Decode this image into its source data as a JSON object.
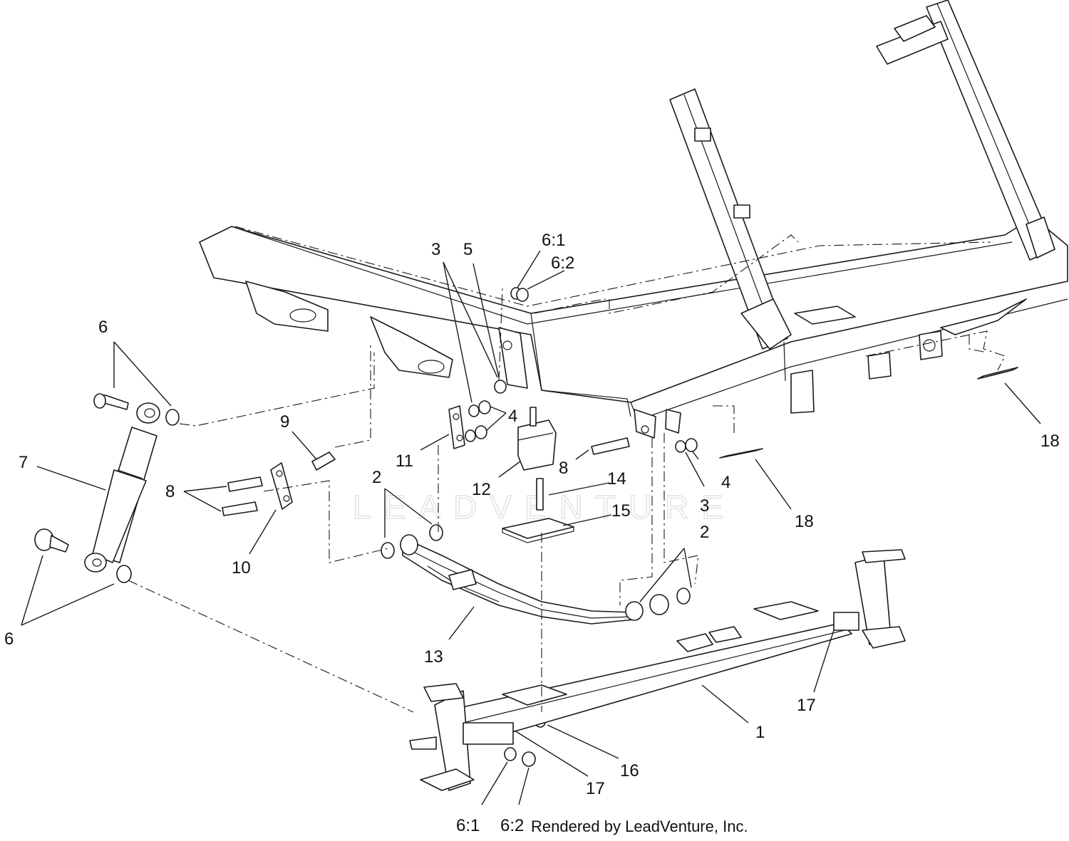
{
  "watermark": "LEADVENTURE",
  "credit": "Rendered by LeadVenture, Inc.",
  "callouts": {
    "c1": "1",
    "c2a": "2",
    "c2b": "2",
    "c3a": "3",
    "c3b": "3",
    "c4a": "4",
    "c4b": "4",
    "c5": "5",
    "c6a": "6",
    "c6b": "6",
    "c6_1a": "6:1",
    "c6_2a": "6:2",
    "c6_1b": "6:1",
    "c6_2b": "6:2",
    "c7": "7",
    "c8a": "8",
    "c8b": "8",
    "c9": "9",
    "c10": "10",
    "c11": "11",
    "c12": "12",
    "c13": "13",
    "c14": "14",
    "c15": "15",
    "c16": "16",
    "c17a": "17",
    "c17b": "17",
    "c18a": "18",
    "c18b": "18"
  }
}
